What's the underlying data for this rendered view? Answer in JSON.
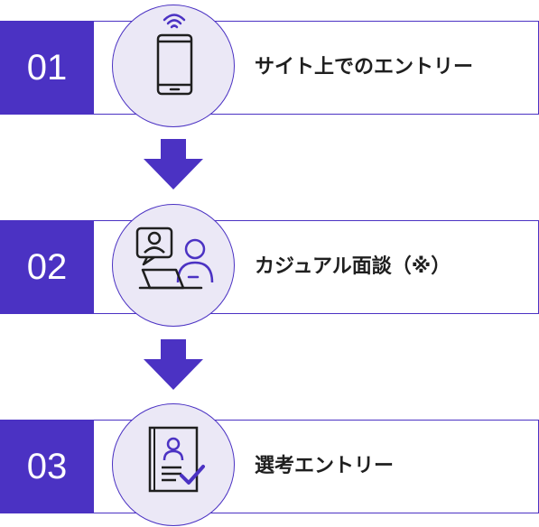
{
  "colors": {
    "accent": "#4b32c3",
    "circle_fill": "#ebe8f6",
    "text": "#1f1f1f"
  },
  "steps": [
    {
      "number": "01",
      "label": "サイト上でのエントリー",
      "icon": "smartphone-icon"
    },
    {
      "number": "02",
      "label": "カジュアル面談（※）",
      "icon": "online-meeting-icon"
    },
    {
      "number": "03",
      "label": "選考エントリー",
      "icon": "document-check-icon"
    }
  ]
}
